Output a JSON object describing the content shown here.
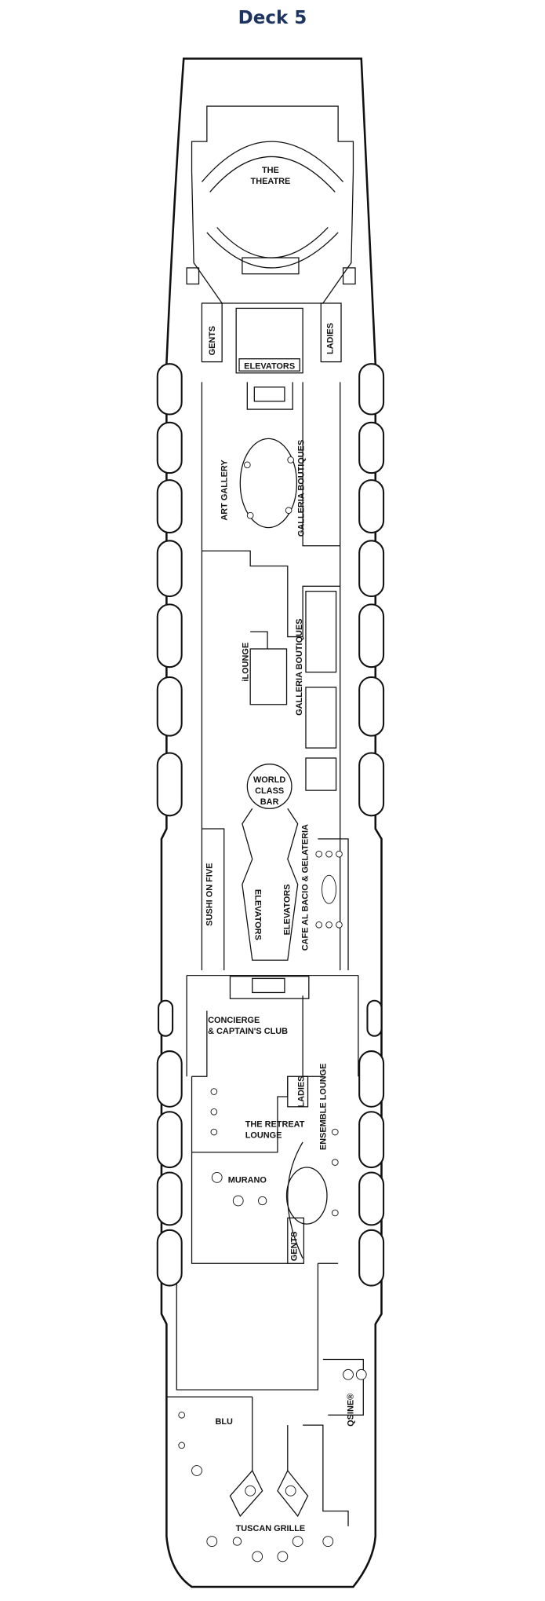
{
  "title": "Deck 5",
  "venues": {
    "theatre_1": "THE",
    "theatre_2": "THEATRE",
    "gents_fwd": "GENTS",
    "ladies_fwd": "LADIES",
    "elevators_fwd": "ELEVATORS",
    "art_gallery": "ART GALLERY",
    "galleria_1": "GALLERIA BOUTIQUES",
    "ilounge": "iLOUNGE",
    "galleria_2": "GALLERIA BOUTIQUES",
    "world_class_bar_1": "WORLD",
    "world_class_bar_2": "CLASS",
    "world_class_bar_3": "BAR",
    "sushi": "SUSHI ON FIVE",
    "elevators_mid_1": "ELEVATORS",
    "elevators_mid_2": "ELEVATORS",
    "cafe": "CAFE AL BACIO & GELATERIA",
    "concierge_1": "CONCIERGE",
    "concierge_2": "& CAPTAIN'S CLUB",
    "ladies_aft": "LADIES",
    "ensemble": "ENSEMBLE LOUNGE",
    "retreat_1": "THE RETREAT",
    "retreat_2": "LOUNGE",
    "murano": "MURANO",
    "gents_aft": "GENTS",
    "qsine": "QSINE®",
    "blu": "BLU",
    "tuscan": "TUSCAN GRILLE"
  }
}
